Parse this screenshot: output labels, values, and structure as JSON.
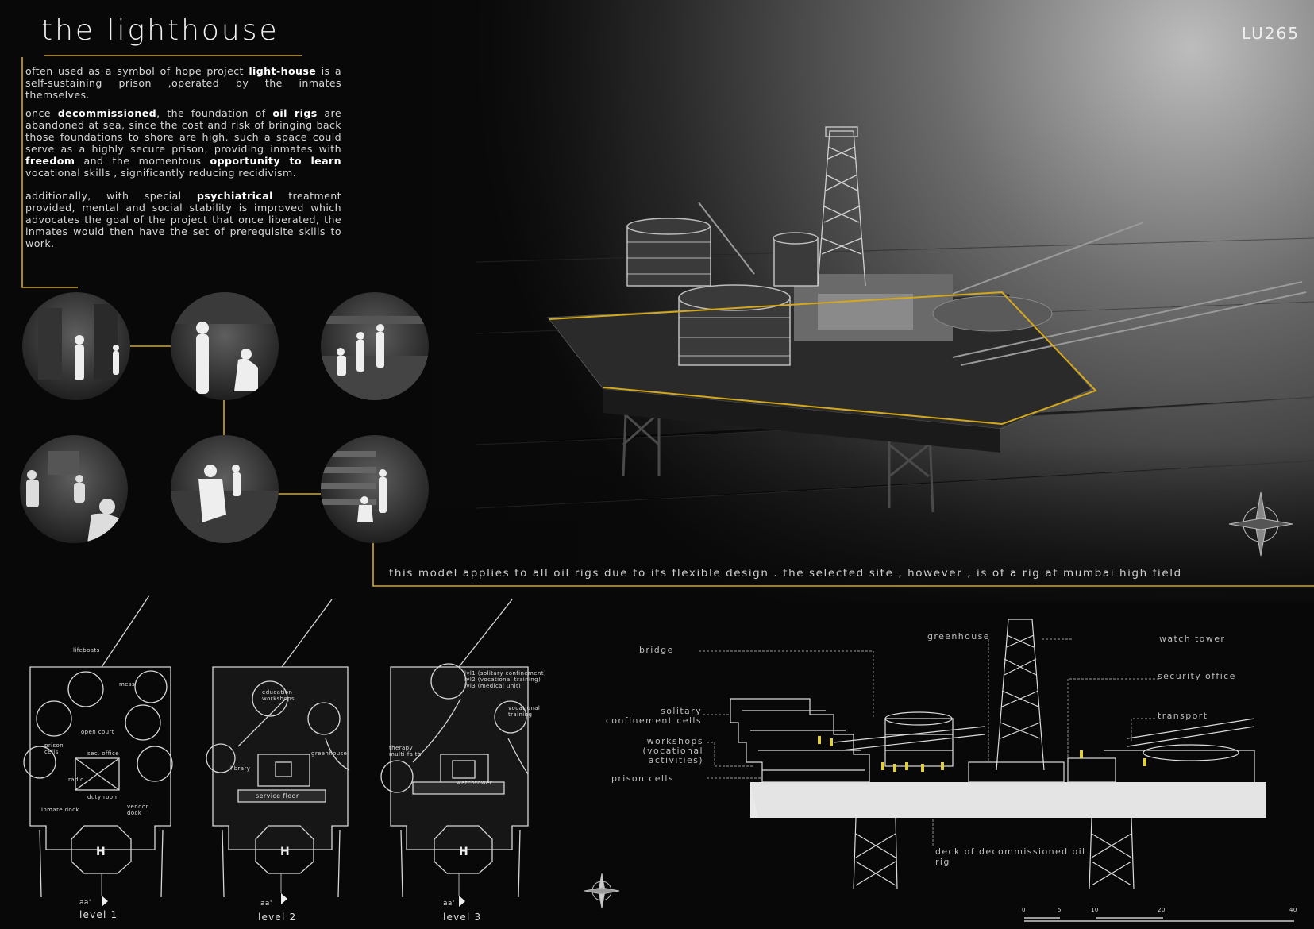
{
  "header": {
    "title": "the lighthouse",
    "code": "LU265"
  },
  "intro": {
    "p1": {
      "a": "often used as a symbol of hope project ",
      "b": "light-house",
      "c": " is a self-sustaining prison ,operated by the inmates themselves."
    },
    "p2": {
      "a": "once ",
      "b": "decommissioned",
      "c": ", the foundation of ",
      "d": "oil rigs",
      "e": " are abandoned at sea, since the cost and risk of bringing back those foundations to shore are high. such a space could serve as a highly secure prison, providing inmates with ",
      "f": "freedom",
      "g": " and the momentous ",
      "h": "opportunity to learn",
      "i": " vocational skills , significantly reducing recidivism."
    },
    "p3": {
      "a": "additionally, with special ",
      "b": "psychiatrical",
      "c": " treatment provided, mental and social stability is improved which advocates the goal of the project that once liberated, the inmates would then have the set of prerequisite skills to work."
    }
  },
  "caption": "this model applies to all oil rigs due to its flexible design . the selected site   , however , is of a rig at mumbai high field",
  "section_labels": {
    "bridge": "bridge",
    "solitary": "solitary confinement cells",
    "workshops": "workshops (vocational activities)",
    "prison_cells": "prison cells",
    "greenhouse": "greenhouse",
    "watch_tower": "watch tower",
    "security_office": "security office",
    "transport": "transport",
    "deck": "deck of decommissioned oil rig"
  },
  "plans": [
    {
      "level": "level 1",
      "section": "aa'",
      "labels": {
        "lifeboats": "lifeboats",
        "mess": "mess",
        "open_court": "open court",
        "prison_cells": "prison cells",
        "sec_office": "sec. office",
        "radio": "radio",
        "duty_room": "duty room",
        "inmate_dock": "inmate dock",
        "vendor_dock": "vendor dock"
      }
    },
    {
      "level": "level 2",
      "section": "aa'",
      "labels": {
        "education": "education workshops",
        "library": "library",
        "greenhouse": "greenhouse",
        "service_floor": "service floor"
      }
    },
    {
      "level": "level 3",
      "section": "aa'",
      "labels": {
        "lvl1": "lvl1 (solitary confinement)",
        "lvl2": "lvl2 (vocational training)",
        "lvl3": "lvl3 (medical unit)",
        "vocational": "vocational training",
        "therapy": "therapy multi-faith",
        "watchtower": "watchtower"
      }
    }
  ],
  "scale": {
    "ticks": [
      "0",
      "5",
      "10",
      "20",
      "40"
    ]
  },
  "colors": {
    "accent": "#d4a81c",
    "background": "#080808"
  }
}
